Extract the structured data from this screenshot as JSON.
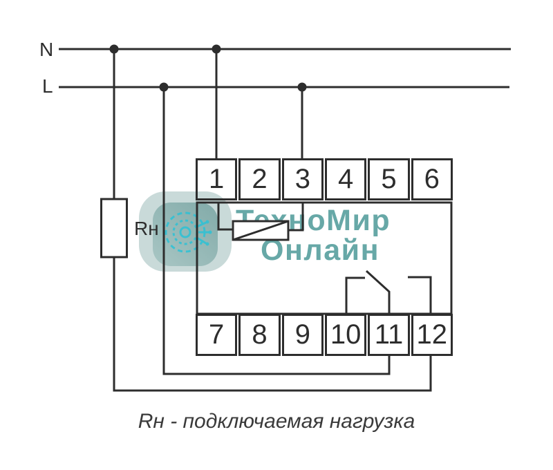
{
  "power": {
    "n_label": "N",
    "l_label": "L"
  },
  "device": {
    "top_terminals": [
      "1",
      "2",
      "3",
      "4",
      "5",
      "6"
    ],
    "bottom_terminals": [
      "7",
      "8",
      "9",
      "10",
      "11",
      "12"
    ]
  },
  "load": {
    "label": "Rн"
  },
  "caption": {
    "text": "Rн - подключаемая нагрузка"
  },
  "watermark": {
    "line1": "ТехноМир",
    "line2": "Онлайн",
    "logo": "gear-circuit-icon"
  },
  "colors": {
    "wire": "#2d2d2d",
    "background": "#ffffff",
    "caption_text": "#3a3a3a",
    "watermark_text": "#67a8a7",
    "badge_outer": "#bfd4d2",
    "badge_inner": "#8db2b0",
    "gear": "#2cc2d6"
  }
}
